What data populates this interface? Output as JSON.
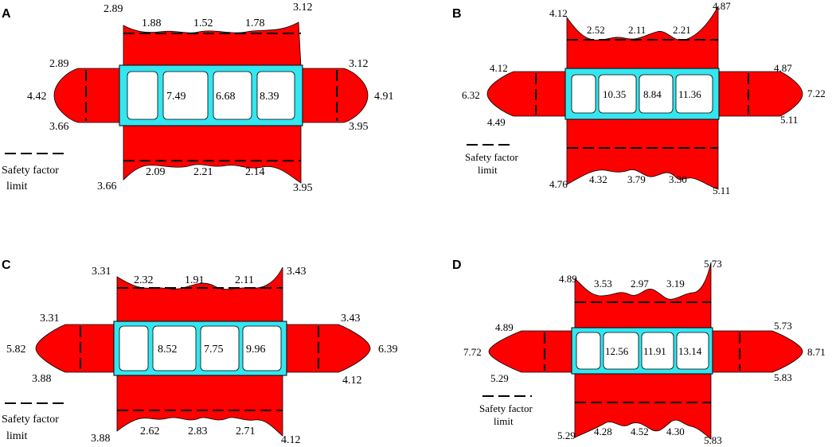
{
  "legend": {
    "line1": "Safety factor",
    "line2": "limit"
  },
  "panels": [
    {
      "letter": "A",
      "top": {
        "left": "2.89",
        "right": "3.12",
        "mids": [
          "1.88",
          "1.52",
          "1.78"
        ]
      },
      "bottom": {
        "left": "3.66",
        "right": "3.95",
        "mids": [
          "2.09",
          "2.21",
          "2.14"
        ]
      },
      "leftWing": {
        "top": "2.89",
        "tip": "4.42",
        "bottom": "3.66"
      },
      "rightWing": {
        "top": "3.12",
        "tip": "4.91",
        "bottom": "3.95"
      },
      "cells": [
        "7.49",
        "6.68",
        "8.39"
      ]
    },
    {
      "letter": "B",
      "top": {
        "left": "4.12",
        "right": "4.87",
        "mids": [
          "2.52",
          "2.11",
          "2.21"
        ]
      },
      "bottom": {
        "left": "4.76",
        "right": "5.11",
        "mids": [
          "4.32",
          "3.79",
          "3.30"
        ]
      },
      "leftWing": {
        "top": "4.12",
        "tip": "6.32",
        "bottom": "4.49"
      },
      "rightWing": {
        "top": "4.87",
        "tip": "7.22",
        "bottom": "5.11"
      },
      "cells": [
        "10.35",
        "8.84",
        "11.36"
      ]
    },
    {
      "letter": "C",
      "top": {
        "left": "3.31",
        "right": "3.43",
        "mids": [
          "2.32",
          "1.91",
          "2.11"
        ]
      },
      "bottom": {
        "left": "3.88",
        "right": "4.12",
        "mids": [
          "2.62",
          "2.83",
          "2.71"
        ]
      },
      "leftWing": {
        "top": "3.31",
        "tip": "5.82",
        "bottom": "3.88"
      },
      "rightWing": {
        "top": "3.43",
        "tip": "6.39",
        "bottom": "4.12"
      },
      "cells": [
        "8.52",
        "7.75",
        "9.96"
      ]
    },
    {
      "letter": "D",
      "top": {
        "left": "4.89",
        "right": "5.73",
        "mids": [
          "3.53",
          "2.97",
          "3.19"
        ]
      },
      "bottom": {
        "left": "5.29",
        "right": "5.83",
        "mids": [
          "4.28",
          "4.52",
          "4.30"
        ]
      },
      "leftWing": {
        "top": "4.89",
        "tip": "7.72",
        "bottom": "5.29"
      },
      "rightWing": {
        "top": "5.73",
        "tip": "8.71",
        "bottom": "5.83"
      },
      "cells": [
        "12.56",
        "11.91",
        "13.14"
      ]
    }
  ]
}
